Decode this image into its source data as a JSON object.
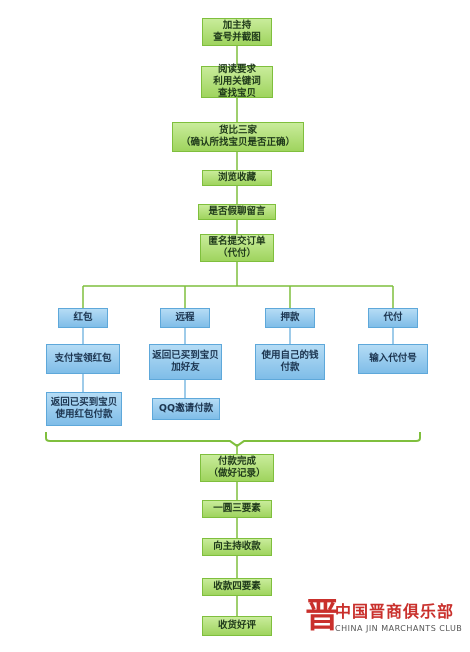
{
  "main_steps": [
    "加主持\n查号并截图",
    "阅读要求\n利用关键词\n查找宝贝",
    "货比三家\n（确认所找宝贝是否正确）",
    "浏览收藏",
    "是否假聊留言",
    "匿名提交订单\n（代付）"
  ],
  "branches": [
    {
      "header": "红包",
      "steps": [
        "支付宝领红包",
        "返回已买到宝贝\n使用红包付款"
      ]
    },
    {
      "header": "远程",
      "steps": [
        "返回已买到宝贝\n加好友",
        "QQ邀请付款"
      ]
    },
    {
      "header": "押款",
      "steps": [
        "使用自己的钱\n付款"
      ]
    },
    {
      "header": "代付",
      "steps": [
        "输入代付号"
      ]
    }
  ],
  "final_steps": [
    "付款完成\n（做好记录）",
    "一圆三要素",
    "向主持收款",
    "收款四要素",
    "收货好评"
  ],
  "watermark": {
    "cn": "中国晋商俱乐部",
    "en": "CHINA JIN MARCHANTS CLUB"
  }
}
